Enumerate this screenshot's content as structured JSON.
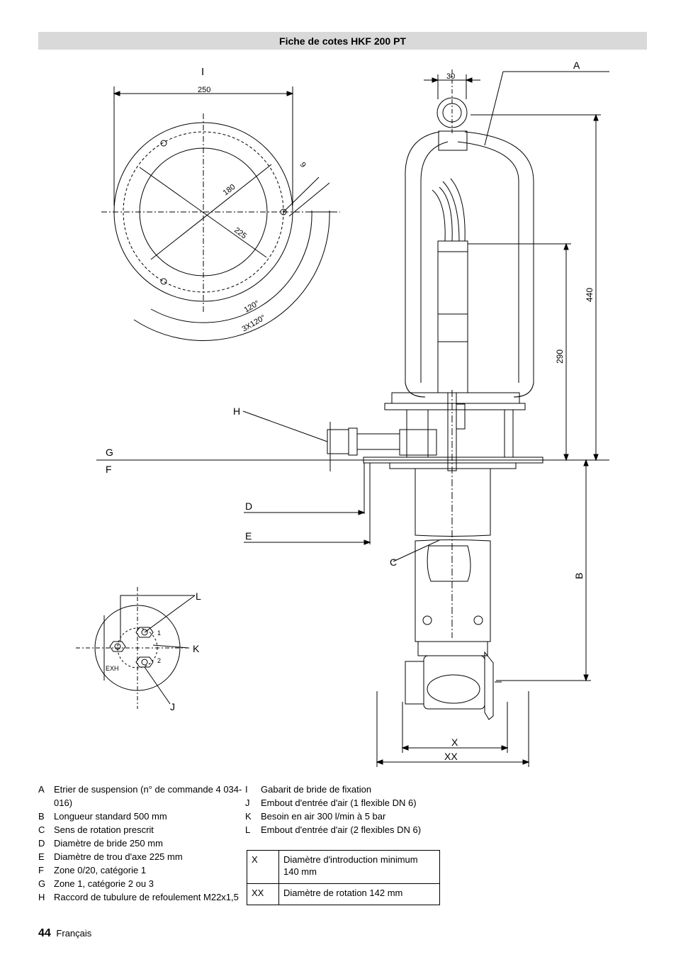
{
  "title": "Fiche de cotes HKF 200 PT",
  "drawing": {
    "labels": {
      "A": "A",
      "B": "B",
      "C": "C",
      "D": "D",
      "E": "E",
      "F": "F",
      "G": "G",
      "H": "H",
      "I": "I",
      "J": "J",
      "K": "K",
      "L": "L",
      "X": "X",
      "XX": "XX"
    },
    "dims": {
      "d250": "250",
      "d30": "30",
      "d9": "9",
      "d180": "180",
      "d225": "225",
      "a120": "120°",
      "a3x120": "3X120°",
      "d440": "440",
      "d290": "290"
    },
    "port_labels": {
      "p1": "1",
      "p2": "2",
      "exh": "EXH"
    }
  },
  "legend_left": [
    {
      "key": "A",
      "text": "Etrier de suspension (n° de commande 4 034-016)"
    },
    {
      "key": "B",
      "text": "Longueur standard 500 mm"
    },
    {
      "key": "C",
      "text": "Sens de rotation prescrit"
    },
    {
      "key": "D",
      "text": "Diamètre de bride 250 mm"
    },
    {
      "key": "E",
      "text": "Diamètre de trou d'axe 225 mm"
    },
    {
      "key": "F",
      "text": "Zone 0/20, catégorie 1"
    },
    {
      "key": "G",
      "text": "Zone 1, catégorie 2 ou 3"
    },
    {
      "key": "H",
      "text": "Raccord de tubulure de refoulement M22x1,5"
    }
  ],
  "legend_right": [
    {
      "key": "I",
      "text": "Gabarit de bride de fixation"
    },
    {
      "key": "J",
      "text": "Embout d'entrée d'air (1 flexible DN 6)"
    },
    {
      "key": "K",
      "text": "Besoin en air 300 l/min à 5 bar"
    },
    {
      "key": "L",
      "text": "Embout d'entrée d'air (2 flexibles DN 6)"
    }
  ],
  "table": [
    {
      "key": "X",
      "text": "Diamètre d'introduction minimum 140 mm"
    },
    {
      "key": "XX",
      "text": "Diamètre de rotation 142 mm"
    }
  ],
  "footer": {
    "page": "44",
    "language": "Français"
  }
}
